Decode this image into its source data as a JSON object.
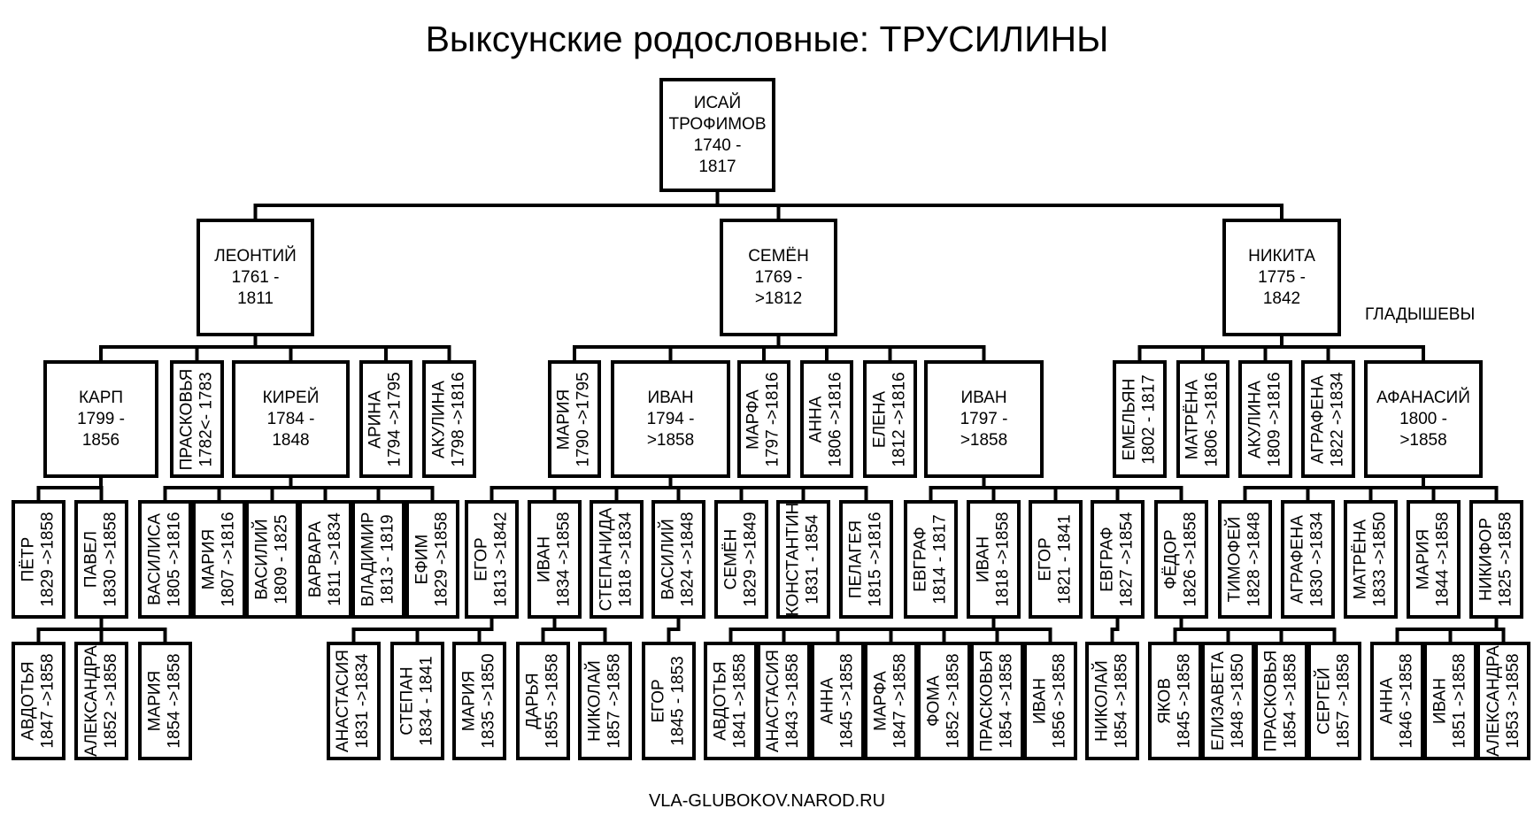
{
  "title": "Выксунские родословные: ТРУСИЛИНЫ",
  "footer": "VLA-GLUBOKOV.NAROD.RU",
  "note": "ГЛАДЫШЕВЫ",
  "people": [
    {
      "id": "isai",
      "l1": "ИСАЙ",
      "l2": "ТРОФИМОВ",
      "l3": "1740 -",
      "l4": "1817"
    },
    {
      "id": "leonty",
      "l1": "ЛЕОНТИЙ",
      "l2": "1761 -",
      "l3": "1811"
    },
    {
      "id": "semen",
      "l1": "СЕМЁН",
      "l2": "1769 -",
      "l3": ">1812"
    },
    {
      "id": "nikita",
      "l1": "НИКИТА",
      "l2": "1775 -",
      "l3": "1842"
    },
    {
      "id": "karp",
      "l1": "КАРП",
      "l2": "1799 -",
      "l3": "1856"
    },
    {
      "id": "praskovya1",
      "l1": "ПРАСКОВЬЯ",
      "l2": "1782<- 1783"
    },
    {
      "id": "kirey",
      "l1": "КИРЕЙ",
      "l2": "1784 -",
      "l3": "1848"
    },
    {
      "id": "arina",
      "l1": "АРИНА",
      "l2": "1794 ->1795"
    },
    {
      "id": "akulina1",
      "l1": "АКУЛИНА",
      "l2": "1798 ->1816"
    },
    {
      "id": "mariya1",
      "l1": "МАРИЯ",
      "l2": "1790 ->1795"
    },
    {
      "id": "ivan1",
      "l1": "ИВАН",
      "l2": "1794 -",
      "l3": ">1858"
    },
    {
      "id": "marfa1",
      "l1": "МАРФА",
      "l2": "1797 ->1816"
    },
    {
      "id": "anna1",
      "l1": "АННА",
      "l2": "1806 ->1816"
    },
    {
      "id": "elena",
      "l1": "ЕЛЕНА",
      "l2": "1812 ->1816"
    },
    {
      "id": "ivan2",
      "l1": "ИВАН",
      "l2": "1797 -",
      "l3": ">1858"
    },
    {
      "id": "emelyan",
      "l1": "ЕМЕЛЬЯН",
      "l2": "1802 - 1817"
    },
    {
      "id": "matrena1",
      "l1": "МАТРЁНА",
      "l2": "1806 ->1816"
    },
    {
      "id": "akulina2",
      "l1": "АКУЛИНА",
      "l2": "1809 ->1816"
    },
    {
      "id": "agrafena1",
      "l1": "АГРАФЕНА",
      "l2": "1822 ->1834"
    },
    {
      "id": "afanasy",
      "l1": "АФАНАСИЙ",
      "l2": "1800 -",
      "l3": ">1858"
    },
    {
      "id": "petr",
      "l1": "ПЁТР",
      "l2": "1829 ->1858"
    },
    {
      "id": "pavel",
      "l1": "ПАВЕЛ",
      "l2": "1830 ->1858"
    },
    {
      "id": "vasilisa",
      "l1": "ВАСИЛИСА",
      "l2": "1805 ->1816"
    },
    {
      "id": "mariya2",
      "l1": "МАРИЯ",
      "l2": "1807 ->1816"
    },
    {
      "id": "vasily1",
      "l1": "ВАСИЛИЙ",
      "l2": "1809 - 1825"
    },
    {
      "id": "varvara",
      "l1": "ВАРВАРА",
      "l2": "1811 ->1834"
    },
    {
      "id": "vladimir",
      "l1": "ВЛАДИМИР",
      "l2": "1813 - 1819"
    },
    {
      "id": "efim",
      "l1": "ЕФИМ",
      "l2": "1829 ->1858"
    },
    {
      "id": "egor1",
      "l1": "ЕГОР",
      "l2": "1813 ->1842"
    },
    {
      "id": "ivan3",
      "l1": "ИВАН",
      "l2": "1834 ->1858"
    },
    {
      "id": "stepanida",
      "l1": "СТЕПАНИДА",
      "l2": "1818 ->1834"
    },
    {
      "id": "vasily2",
      "l1": "ВАСИЛИЙ",
      "l2": "1824 ->1848"
    },
    {
      "id": "semen2",
      "l1": "СЕМЁН",
      "l2": "1829 ->1849"
    },
    {
      "id": "konstantin",
      "l1": "КОНСТАНТИН",
      "l2": "1831 - 1854"
    },
    {
      "id": "pelageya",
      "l1": "ПЕЛАГЕЯ",
      "l2": "1815 ->1816"
    },
    {
      "id": "evgraf1",
      "l1": "ЕВГРАФ",
      "l2": "1814 - 1817"
    },
    {
      "id": "ivan4",
      "l1": "ИВАН",
      "l2": "1818 ->1858"
    },
    {
      "id": "egor2",
      "l1": "ЕГОР",
      "l2": "1821 - 1841"
    },
    {
      "id": "evgraf2",
      "l1": "ЕВГРАФ",
      "l2": "1827 ->1854"
    },
    {
      "id": "fedor",
      "l1": "ФЁДОР",
      "l2": "1826 ->1858"
    },
    {
      "id": "timofey",
      "l1": "ТИМОФЕЙ",
      "l2": "1828 ->1848"
    },
    {
      "id": "agrafena2",
      "l1": "АГРАФЕНА",
      "l2": "1830 ->1834"
    },
    {
      "id": "matrena2",
      "l1": "МАТРЁНА",
      "l2": "1833 ->1850"
    },
    {
      "id": "mariya3",
      "l1": "МАРИЯ",
      "l2": "1844 ->1858"
    },
    {
      "id": "nikifor",
      "l1": "НИКИФОР",
      "l2": "1825 ->1858"
    },
    {
      "id": "avdotya1",
      "l1": "АВДОТЬЯ",
      "l2": "1847 ->1858"
    },
    {
      "id": "aleksandra1",
      "l1": "АЛЕКСАНДРА",
      "l2": "1852 ->1858"
    },
    {
      "id": "mariya4",
      "l1": "МАРИЯ",
      "l2": "1854 ->1858"
    },
    {
      "id": "anastasiya1",
      "l1": "АНАСТАСИЯ",
      "l2": "1831 ->1834"
    },
    {
      "id": "stepan",
      "l1": "СТЕПАН",
      "l2": "1834 - 1841"
    },
    {
      "id": "mariya5",
      "l1": "МАРИЯ",
      "l2": "1835 ->1850"
    },
    {
      "id": "darya",
      "l1": "ДАРЬЯ",
      "l2": "1855 ->1858"
    },
    {
      "id": "nikolay1",
      "l1": "НИКОЛАЙ",
      "l2": "1857 ->1858"
    },
    {
      "id": "egor3",
      "l1": "ЕГОР",
      "l2": "1845 - 1853"
    },
    {
      "id": "avdotya2",
      "l1": "АВДОТЬЯ",
      "l2": "1841 ->1858"
    },
    {
      "id": "anastasiya2",
      "l1": "АНАСТАСИЯ",
      "l2": "1843 ->1858"
    },
    {
      "id": "anna2",
      "l1": "АННА",
      "l2": "1845 ->1858"
    },
    {
      "id": "marfa2",
      "l1": "МАРФА",
      "l2": "1847 ->1858"
    },
    {
      "id": "foma",
      "l1": "ФОМА",
      "l2": "1852 ->1858"
    },
    {
      "id": "praskovya2",
      "l1": "ПРАСКОВЬЯ",
      "l2": "1854 ->1858"
    },
    {
      "id": "ivan5",
      "l1": "ИВАН",
      "l2": "1856 ->1858"
    },
    {
      "id": "nikolay2",
      "l1": "НИКОЛАЙ",
      "l2": "1854 ->1858"
    },
    {
      "id": "yakov",
      "l1": "ЯКОВ",
      "l2": "1845 ->1858"
    },
    {
      "id": "elizaveta",
      "l1": "ЕЛИЗАВЕТА",
      "l2": "1848 ->1850"
    },
    {
      "id": "praskovya3",
      "l1": "ПРАСКОВЬЯ",
      "l2": "1854 ->1858"
    },
    {
      "id": "sergey",
      "l1": "СЕРГЕЙ",
      "l2": "1857 ->1858"
    },
    {
      "id": "anna3",
      "l1": "АННА",
      "l2": "1846 ->1858"
    },
    {
      "id": "ivan6",
      "l1": "ИВАН",
      "l2": "1851 ->1858"
    },
    {
      "id": "aleksandra2",
      "l1": "АЛЕКСАНДРА",
      "l2": "1853 ->1858"
    }
  ]
}
